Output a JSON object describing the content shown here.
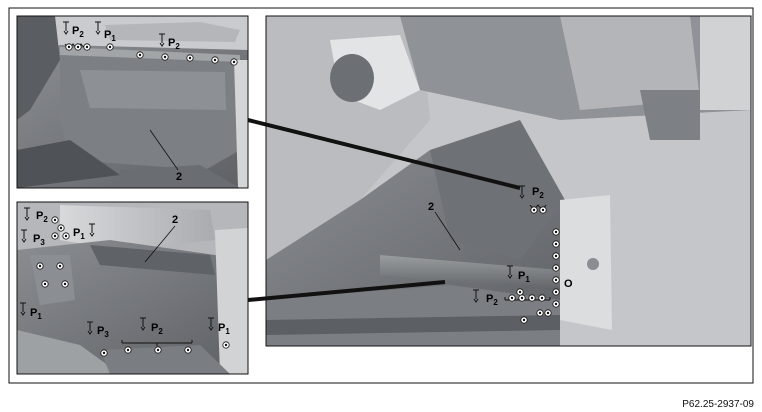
{
  "labels": {
    "part_2": "2",
    "o": "O",
    "p1": "P",
    "p1_sub": "1",
    "p2": "P",
    "p2_sub": "2",
    "p3": "P",
    "p3_sub": "3"
  },
  "figure_code": "P62.25-2937-09",
  "colors": {
    "frame": "#111111",
    "metal_dark": "#6f7276",
    "metal_mid": "#8e9195",
    "metal_light": "#c8cacd",
    "highlight": "#e6e7e9",
    "background": "#ffffff"
  }
}
